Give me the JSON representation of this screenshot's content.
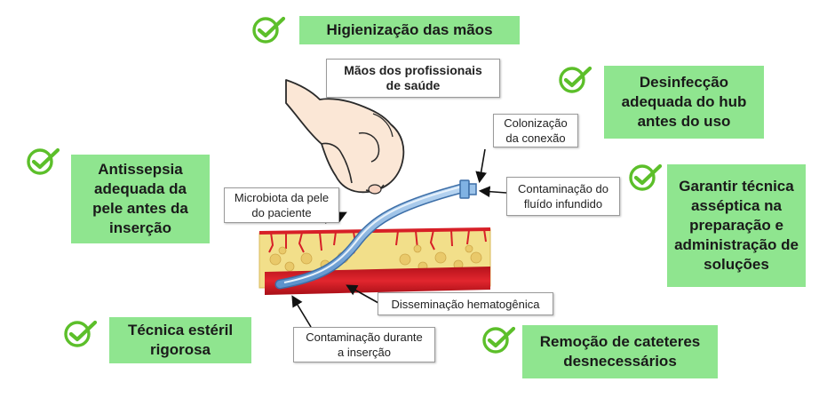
{
  "colors": {
    "green_box": "#8fe58f",
    "check": "#5cbf2a",
    "vessel_red": "#d71f27",
    "fat_yellow": "#f2df8a",
    "catheter_blue": "#7fb2e3"
  },
  "actions": [
    {
      "id": "hand-hygiene",
      "text": "Higienização das mãos"
    },
    {
      "id": "hub-disinfection",
      "text": "Desinfecção\nadequada do hub\nantes do uso"
    },
    {
      "id": "aseptic-technique",
      "text": "Garantir técnica\nasséptica na\npreparação e\nadministração de\nsoluções"
    },
    {
      "id": "skin-antisepsis",
      "text": "Antissepsia\nadequada da\npele antes da\ninserção"
    },
    {
      "id": "sterile-technique",
      "text": "Técnica estéril\nrigorosa"
    },
    {
      "id": "catheter-removal",
      "text": "Remoção de cateteres\ndesnecessários"
    }
  ],
  "labels": [
    {
      "id": "hands",
      "text": "Mãos dos profissionais\nde saúde"
    },
    {
      "id": "colonization",
      "text": "Colonização\nda conexão"
    },
    {
      "id": "fluid-contamination",
      "text": "Contaminação do\nfluído infundido"
    },
    {
      "id": "skin-flora",
      "text": "Microbiota da pele\ndo paciente"
    },
    {
      "id": "hematogenous",
      "text": "Disseminação hematogênica"
    },
    {
      "id": "insertion-contamination",
      "text": "Contaminação durante\na inserção"
    }
  ]
}
